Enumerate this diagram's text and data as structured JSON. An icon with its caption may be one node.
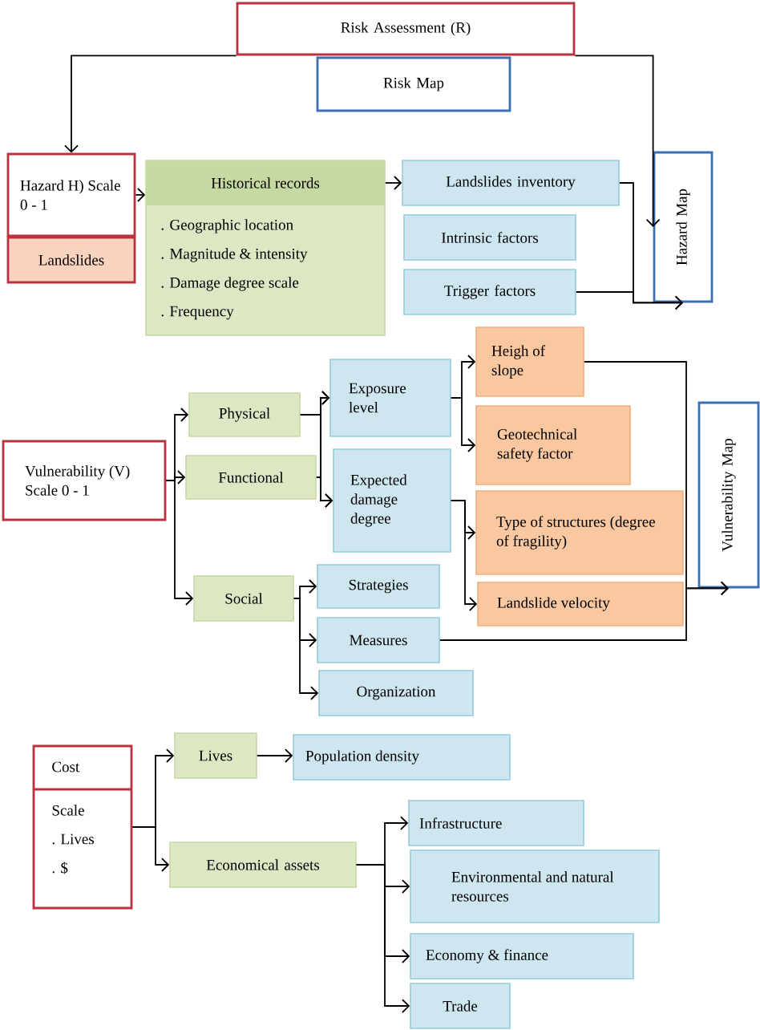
{
  "diagram": {
    "nodes": [
      {
        "text": [
          "Risk Assessment (R)"
        ]
      },
      {
        "text": [
          "Risk Map"
        ]
      },
      {
        "text": [
          "Hazard H) Scale 0 - 1"
        ]
      },
      {
        "text": [
          "Landslides"
        ]
      },
      {
        "text": [
          "Historical records",
          ". Geographic location",
          ". Magnitude & intensity",
          ". Damage degree scale",
          ". Frequency"
        ]
      },
      {
        "text": [
          "Landslides inventory"
        ]
      },
      {
        "text": [
          "Intrinsic factors"
        ]
      },
      {
        "text": [
          "Trigger factors"
        ]
      },
      {
        "text": [
          "Hazard  Map"
        ]
      },
      {
        "text": [
          "Vulnerability (V) Scale 0 - 1"
        ]
      },
      {
        "text": [
          "Physical"
        ]
      },
      {
        "text": [
          "Functional"
        ]
      },
      {
        "text": [
          "Social"
        ]
      },
      {
        "text": [
          "Exposure level"
        ]
      },
      {
        "text": [
          "Expected damage degree"
        ]
      },
      {
        "text": [
          "Heigh of slope"
        ]
      },
      {
        "text": [
          "Geotechnical safety factor"
        ]
      },
      {
        "text": [
          "Type of structures (degree of fragility)"
        ]
      },
      {
        "text": [
          "Landslide velocity"
        ]
      },
      {
        "text": [
          "Strategies"
        ]
      },
      {
        "text": [
          "Measures"
        ]
      },
      {
        "text": [
          "Organization"
        ]
      },
      {
        "text": [
          "Vulnerability Map"
        ]
      },
      {
        "text": [
          "Cost",
          "Scale",
          ". Lives",
          ". $"
        ]
      },
      {
        "text": [
          "Lives"
        ]
      },
      {
        "text": [
          "Population density"
        ]
      },
      {
        "text": [
          "Economical assets"
        ]
      },
      {
        "text": [
          "Infrastructure"
        ]
      },
      {
        "text": [
          "Environmental and natural resources"
        ]
      },
      {
        "text": [
          "Economy & finance"
        ]
      },
      {
        "text": [
          "Trade"
        ]
      }
    ],
    "edges": [
      {
        "from": 0,
        "to": 2,
        "arrow": "to"
      },
      {
        "from": 0,
        "to": 8,
        "arrow": "to"
      },
      {
        "from": 2,
        "to": 4,
        "arrow": "to"
      },
      {
        "from": 4,
        "to": 5,
        "arrow": "to"
      },
      {
        "from": 5,
        "to": 8,
        "arrow": "to"
      },
      {
        "from": 7,
        "to": 8,
        "arrow": "to"
      },
      {
        "from": 9,
        "to": 10,
        "arrow": "to"
      },
      {
        "from": 9,
        "to": 11,
        "arrow": "to"
      },
      {
        "from": 9,
        "to": 12,
        "arrow": "to"
      },
      {
        "from": 10,
        "to": 13,
        "arrow": "to"
      },
      {
        "from": 10,
        "to": 14,
        "arrow": "to"
      },
      {
        "from": 11,
        "to": 13,
        "arrow": "to"
      },
      {
        "from": 11,
        "to": 14,
        "arrow": "to"
      },
      {
        "from": 13,
        "to": 15,
        "arrow": "to"
      },
      {
        "from": 13,
        "to": 16,
        "arrow": "to"
      },
      {
        "from": 14,
        "to": 17,
        "arrow": "to"
      },
      {
        "from": 14,
        "to": 18,
        "arrow": "to"
      },
      {
        "from": 15,
        "to": 22,
        "arrow": "to"
      },
      {
        "from": 20,
        "to": 22,
        "arrow": "to"
      },
      {
        "from": 12,
        "to": 19,
        "arrow": "to"
      },
      {
        "from": 12,
        "to": 20,
        "arrow": "to"
      },
      {
        "from": 12,
        "to": 21,
        "arrow": "to"
      },
      {
        "from": 23,
        "to": 24,
        "arrow": "to"
      },
      {
        "from": 23,
        "to": 26,
        "arrow": "to"
      },
      {
        "from": 24,
        "to": 25,
        "arrow": "to"
      },
      {
        "from": 26,
        "to": 27,
        "arrow": "to"
      },
      {
        "from": 26,
        "to": 28,
        "arrow": "to"
      },
      {
        "from": 26,
        "to": 29,
        "arrow": "to"
      },
      {
        "from": 26,
        "to": 30,
        "arrow": "to"
      }
    ]
  }
}
